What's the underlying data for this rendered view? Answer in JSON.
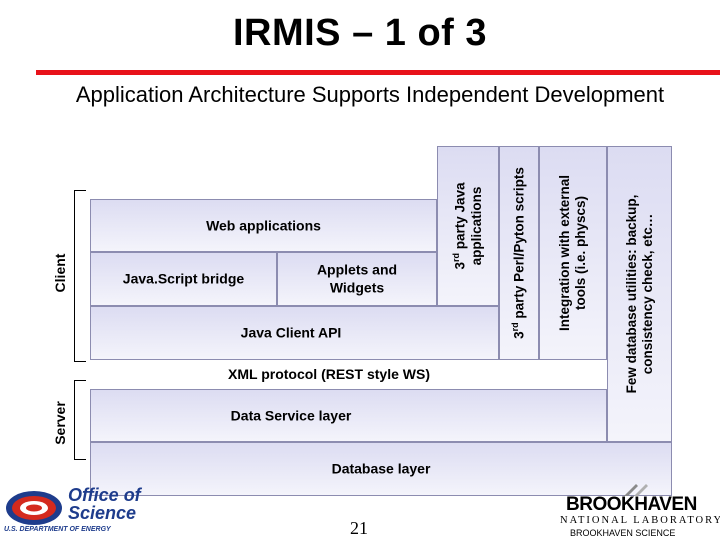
{
  "title": "IRMIS – 1 of 3",
  "subtitle": "Application Architecture Supports Independent Development",
  "diagram": {
    "client_label": "Client",
    "server_label": "Server",
    "web_applications": "Web applications",
    "javascript_bridge": "Java.Script bridge",
    "applets_and_widgets": "Applets and Widgets",
    "java_client_api": "Java Client API",
    "third_party_java": {
      "prefix": "3",
      "sup": "rd",
      "rest_line1": " party Java",
      "line2": "applications"
    },
    "third_party_scripts": {
      "prefix": "3",
      "sup": "rd",
      "rest": " party Perl/Pyton scripts"
    },
    "integration_line1": "Integration with external",
    "integration_line2": "tools (i.e. physcs)",
    "utilities_line1": "Few database utilities: backup,",
    "utilities_line2": "consistency check, etc…",
    "xml_protocol": "XML protocol (REST style WS)",
    "data_service_layer": "Data Service layer",
    "database_layer": "Database layer"
  },
  "footer": {
    "page_number": "21",
    "doe_office_of": "Office of",
    "doe_science": "Science",
    "doe_department": "U.S. DEPARTMENT OF ENERGY",
    "bnl_name": "BROOKHAVEN",
    "bnl_lab": "NATIONAL LABORATORY",
    "bnl_sub": "BROOKHAVEN SCIENCE"
  },
  "colors": {
    "title_rule": "#e8121a",
    "doe_red": "#d42a1e",
    "doe_blue": "#1e3c8c",
    "box_border": "#8c8cb0",
    "box_top": "#dcdcf2"
  }
}
